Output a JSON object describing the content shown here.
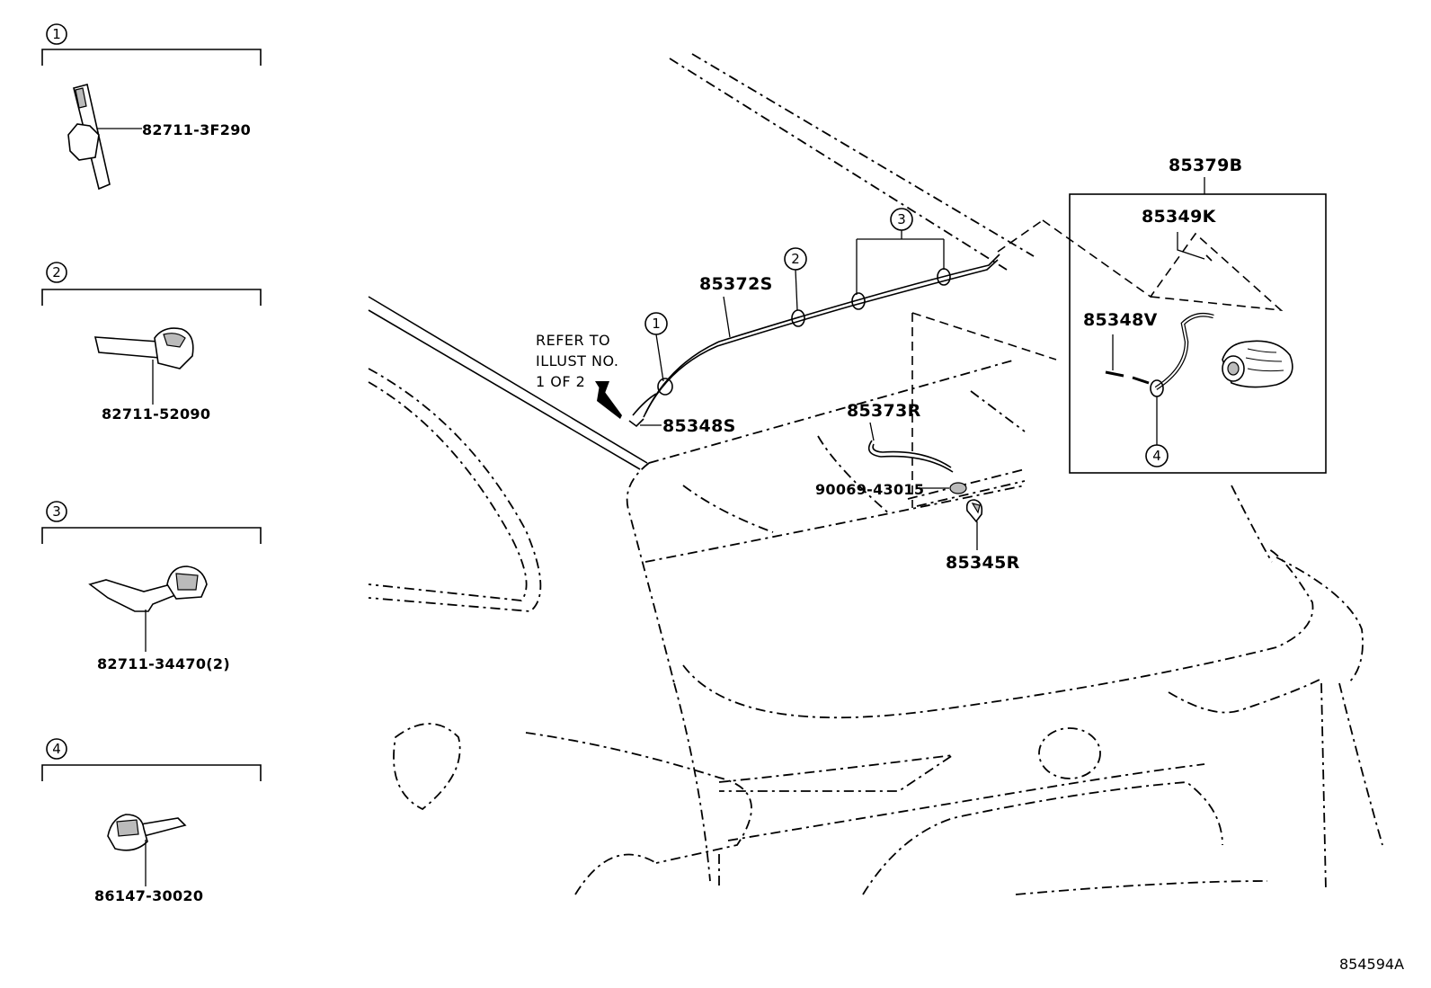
{
  "figure_id": "854594A",
  "legend": [
    {
      "num": "1",
      "part_no": "82711-3F290"
    },
    {
      "num": "2",
      "part_no": "82711-52090"
    },
    {
      "num": "3",
      "part_no": "82711-34470(2)"
    },
    {
      "num": "4",
      "part_no": "86147-30020"
    }
  ],
  "note": [
    "REFER TO",
    "ILLUST NO.",
    "1 OF 2"
  ],
  "callouts": {
    "p85372S": "85372S",
    "p85348S": "85348S",
    "p85373R": "85373R",
    "p90069": "90069-43015",
    "p85345R": "85345R",
    "p85379B": "85379B",
    "p85349K": "85349K",
    "p85348V": "85348V"
  },
  "circle_refs": {
    "c1": "1",
    "c2": "2",
    "c3": "3",
    "c4": "4"
  }
}
